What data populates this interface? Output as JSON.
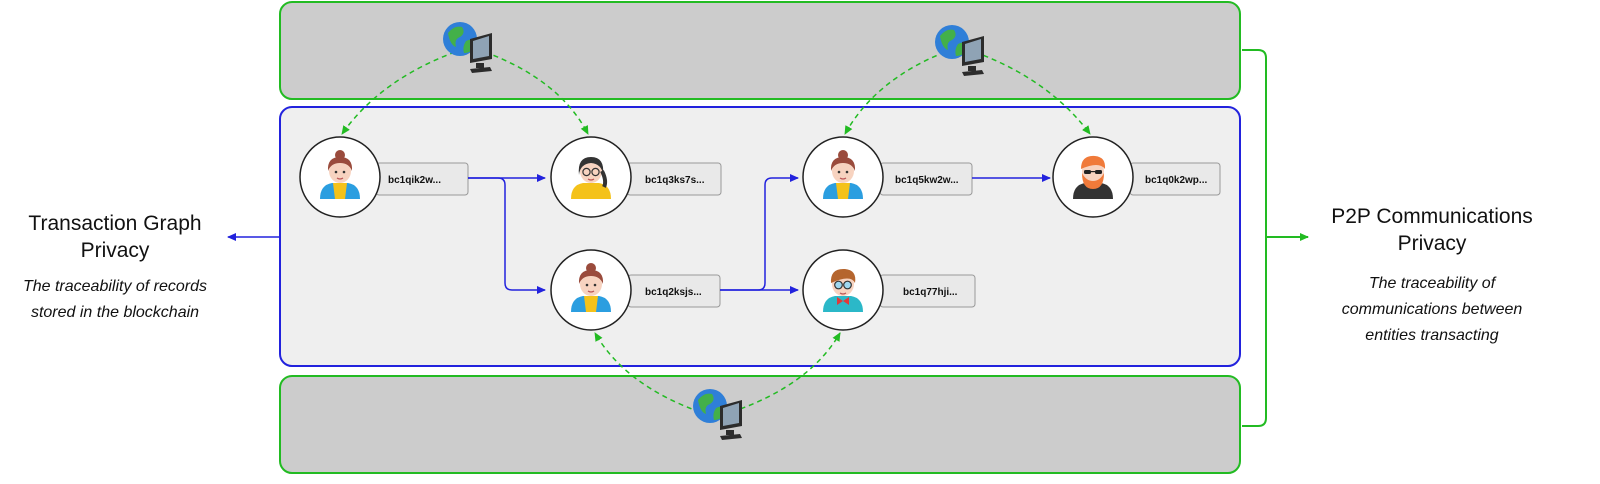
{
  "left_panel": {
    "title_line1": "Transaction Graph",
    "title_line2": "Privacy",
    "subtitle_line1": "The traceability of records",
    "subtitle_line2": "stored in the blockchain"
  },
  "right_panel": {
    "title_line1": "P2P Communications",
    "title_line2": "Privacy",
    "subtitle_line1": "The traceability of",
    "subtitle_line2": "communications between",
    "subtitle_line3": "entities transacting"
  },
  "addresses": {
    "a1": "bc1qik2w...",
    "a2": "bc1q3ks7s...",
    "a3": "bc1q2ksjs...",
    "a4": "bc1q5kw2w...",
    "a5": "bc1q0k2wp...",
    "a6": "bc1q77hji..."
  },
  "colors": {
    "network_border": "#22bb22",
    "network_fill": "#cccccc",
    "graph_border": "#2222dd",
    "graph_fill": "#efefef",
    "tx_arrow": "#2222dd",
    "p2p_arrow": "#22bb22"
  },
  "icons": [
    "woman-avatar-icon",
    "woman-glasses-avatar-icon",
    "bearded-man-avatar-icon",
    "man-glasses-avatar-icon",
    "globe-computer-icon"
  ]
}
